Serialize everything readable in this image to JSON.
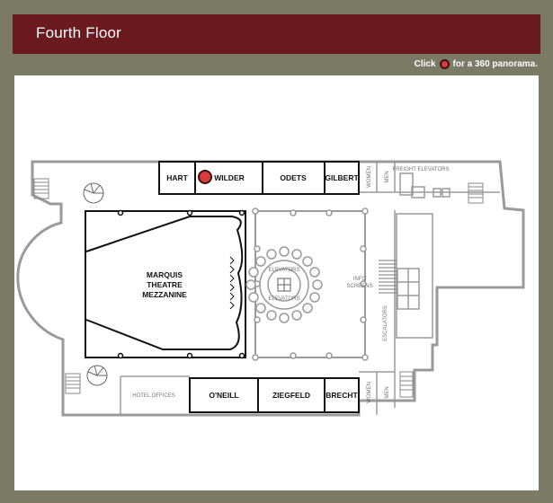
{
  "header": {
    "title": "Fourth Floor"
  },
  "hint": {
    "before": "Click",
    "after": "for a 360 panorama."
  },
  "rooms": {
    "hart": "HART",
    "wilder": "WILDER",
    "odets": "ODETS",
    "gilbert": "GILBERT",
    "women_top": "WOMEN",
    "men_top": "MEN",
    "freight": "FREIGHT ELEVATORS",
    "marquis_1": "MARQUIS",
    "marquis_2": "THEATRE",
    "marquis_3": "MEZZANINE",
    "elevators_top": "ELEVATORS",
    "elevators_bottom": "ELEVATORS",
    "info_1": "INFO",
    "info_2": "SCREENS",
    "escalators": "ESCALATORS",
    "hotel_offices": "HOTEL OFFICES",
    "oneill": "O'NEILL",
    "ziegfeld": "ZIEGFELD",
    "brecht": "BRECHT",
    "women_bottom": "WOMEN",
    "men_bottom": "MEN"
  },
  "colors": {
    "header": "#6b1a20",
    "background": "#7b7a66",
    "wall": "#9a9a9a",
    "marker": "#d93b3b"
  },
  "icons": [
    "panorama-marker-icon",
    "stairs-icon",
    "spiral-stair-icon",
    "elevator-icon"
  ]
}
